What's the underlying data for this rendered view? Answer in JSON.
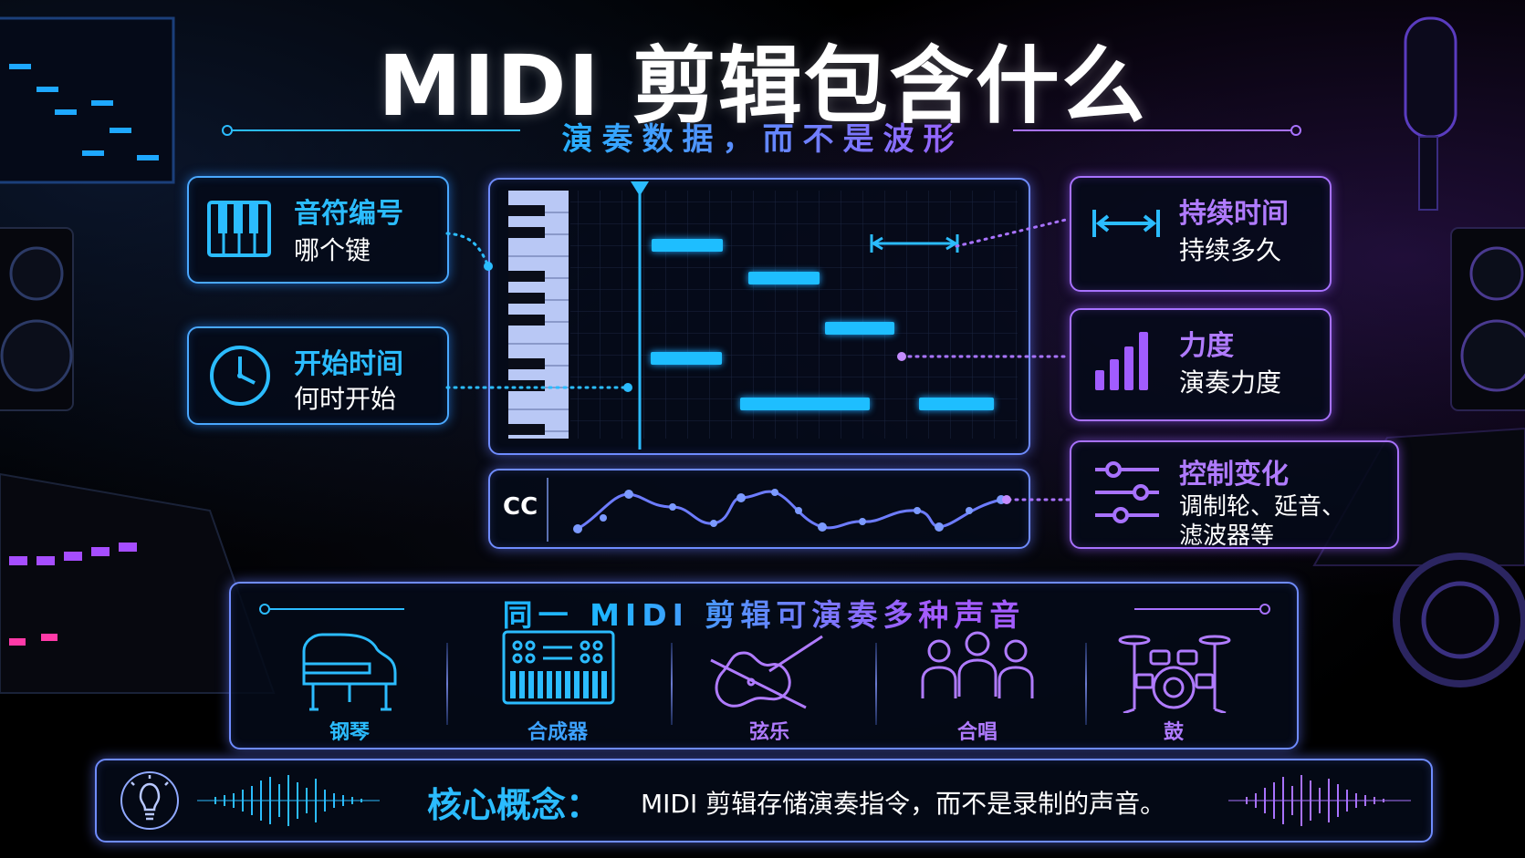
{
  "header": {
    "title": "MIDI 剪辑包含什么",
    "subtitle": "演奏数据，而不是波形"
  },
  "cards": {
    "note_number": {
      "title": "音符编号",
      "desc": "哪个键",
      "icon": "piano-keys-icon"
    },
    "start_time": {
      "title": "开始时间",
      "desc": "何时开始",
      "icon": "clock-icon"
    },
    "duration": {
      "title": "持续时间",
      "desc": "持续多久",
      "icon": "duration-arrows-icon"
    },
    "velocity": {
      "title": "力度",
      "desc": "演奏力度",
      "icon": "velocity-bars-icon"
    },
    "control": {
      "title": "控制变化",
      "desc_line1": "调制轮、延音、",
      "desc_line2": "滤波器等",
      "icon": "sliders-icon"
    }
  },
  "cc_lane": {
    "label": "CC"
  },
  "instruments": {
    "heading": "同一 MIDI 剪辑可演奏多种声音",
    "items": [
      {
        "label": "钢琴",
        "icon": "grand-piano-icon"
      },
      {
        "label": "合成器",
        "icon": "synthesizer-icon"
      },
      {
        "label": "弦乐",
        "icon": "violin-icon"
      },
      {
        "label": "合唱",
        "icon": "choir-icon"
      },
      {
        "label": "鼓",
        "icon": "drum-kit-icon"
      }
    ]
  },
  "core": {
    "label": "核心概念：",
    "text": "MIDI 剪辑存储演奏指令，而不是录制的声音。",
    "icon": "lightbulb-icon"
  },
  "colors": {
    "accent_blue": "#2bbcff",
    "accent_purple": "#b07bff",
    "background": "#000000"
  }
}
